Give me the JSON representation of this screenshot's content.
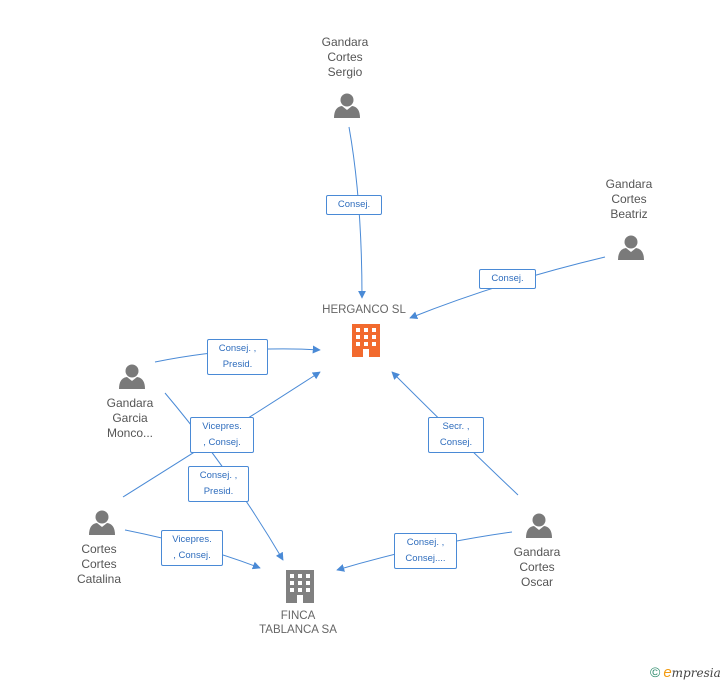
{
  "colors": {
    "edge": "#4a8ad6",
    "person": "#7a7a7a",
    "company_main": "#f26a2e",
    "company_other": "#808080"
  },
  "persons": {
    "sergio": "Gandara\nCortes\nSergio",
    "beatriz": "Gandara\nCortes\nBeatriz",
    "monco": "Gandara\nGarcia\nMonco...",
    "catalina": "Cortes\nCortes\nCatalina",
    "oscar": "Gandara\nCortes\nOscar"
  },
  "companies": {
    "herganco": "HERGANCO SL",
    "finca": "FINCA\nTABLANCA SA"
  },
  "edges": {
    "sergio_herganco": "Consej.",
    "beatriz_herganco": "Consej.",
    "monco_herganco": "Consej. ,\nPresid.",
    "catalina_herganco": "Vicepres.\n, Consej.",
    "monco_finca": "Consej. ,\nPresid.",
    "oscar_herganco": "Secr. ,\nConsej.",
    "catalina_finca": "Vicepres.\n, Consej.",
    "oscar_finca": "Consej. ,\nConsej...."
  },
  "footer": {
    "copyright": "©",
    "brand_e": "e",
    "brand_rest": "mpresia"
  }
}
